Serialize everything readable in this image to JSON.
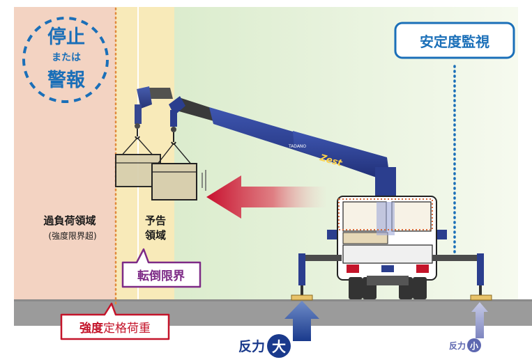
{
  "stop_badge": {
    "line1": "停止",
    "line2": "または",
    "line3": "警報"
  },
  "zones": {
    "overload_title": "過負荷領域",
    "overload_sub": "(強度限界超)",
    "warning_line1": "予告",
    "warning_line2": "領域"
  },
  "labels": {
    "stability_monitor": "安定度監視",
    "tipping_limit": "転倒限界",
    "rated_load_bold": "強度",
    "rated_load_rest": "定格荷重"
  },
  "reaction": {
    "large_text": "反力",
    "large_mark": "大",
    "small_text": "反力",
    "small_mark": "小"
  },
  "crane_brand": {
    "logo": "Zest",
    "maker": "TADANO"
  },
  "colors": {
    "overload_zone": "#f3d3c2",
    "warning_zone": "#f8eab9",
    "safe_zone": "#e7f1dc",
    "ground": "#9b9b9b",
    "accent_blue": "#1866a8",
    "accent_purple": "#7d2a86",
    "accent_red": "#c4142a",
    "crane_blue": "#2b3e8e"
  }
}
